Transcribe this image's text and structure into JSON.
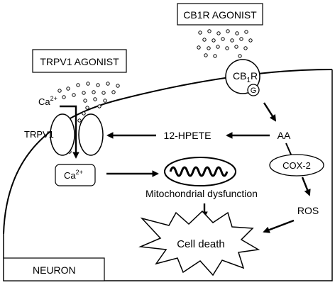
{
  "boxes": {
    "cb1r_agonist": "CB1R AGONIST",
    "trpv1_agonist": "TRPV1 AGONIST",
    "neuron": "NEURON",
    "ca_box": "Ca",
    "cox2": "COX-2"
  },
  "labels": {
    "ca_entry": "Ca",
    "ca_superscript": "2+",
    "trpv1": "TRPV1",
    "hpete": "12-HPETE",
    "aa": "AA",
    "mito": "Mitochondrial dysfunction",
    "ros": "ROS",
    "cell_death": "Cell death",
    "cb1r_main": "CB",
    "cb1r_sub": "1",
    "cb1r_r": "R",
    "g_protein": "G"
  }
}
